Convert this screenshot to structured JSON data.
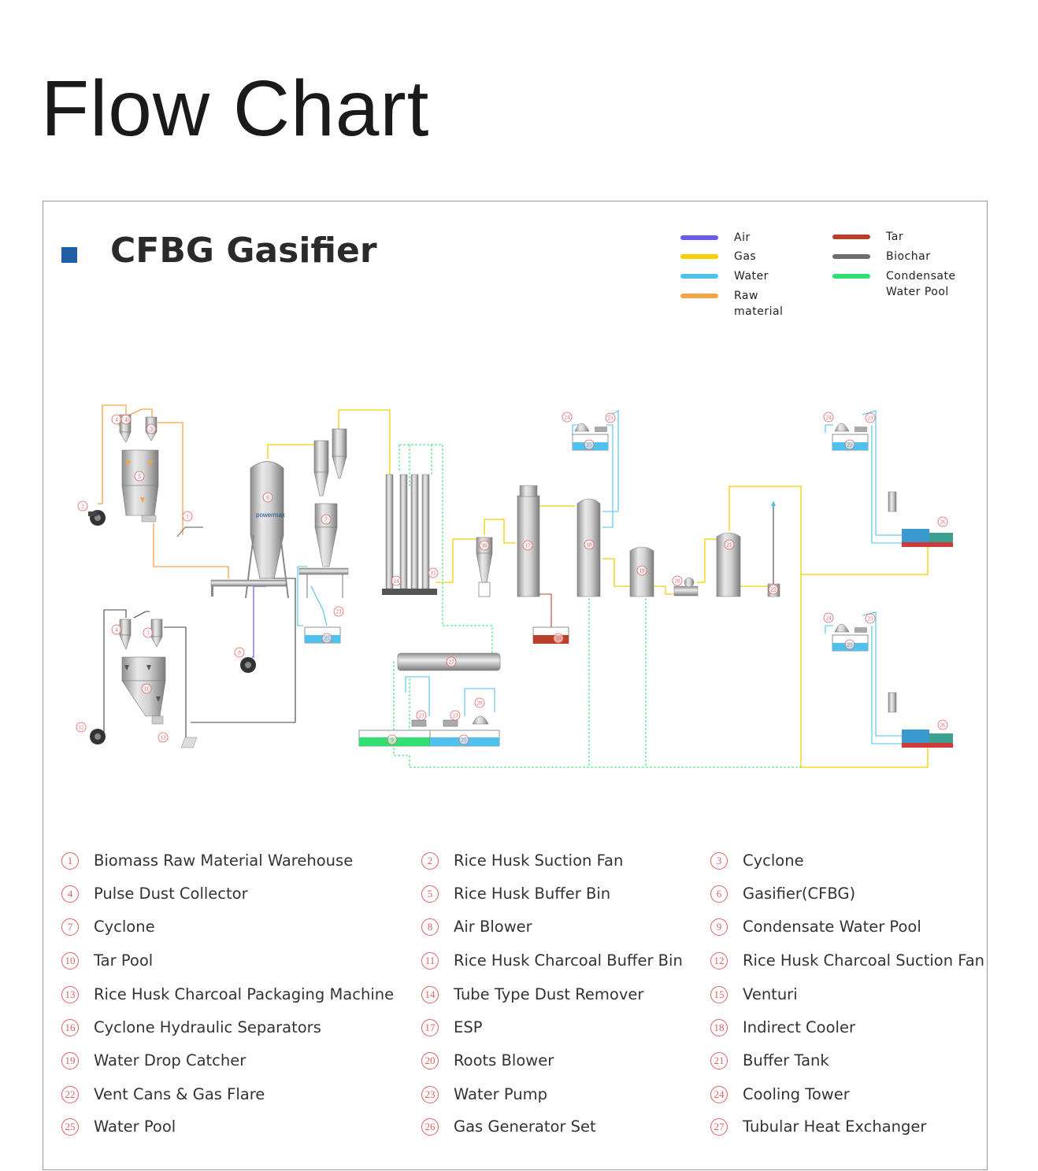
{
  "page": {
    "title": "Flow Chart"
  },
  "section": {
    "title": "CFBG Gasifier"
  },
  "legend": [
    {
      "label": "Air",
      "color": "#6a5cf0"
    },
    {
      "label": "Gas",
      "color": "#f5cf00"
    },
    {
      "label": "Water",
      "color": "#4ec2ec"
    },
    {
      "label": "Raw material",
      "color": "#f5a445"
    },
    {
      "label": "Tar",
      "color": "#b8402a"
    },
    {
      "label": "Biochar",
      "color": "#6e6e6e"
    },
    {
      "label": "Condensate\nWater Pool",
      "color": "#30e070"
    }
  ],
  "components": [
    {
      "num": "1",
      "label": "Biomass Raw Material Warehouse"
    },
    {
      "num": "2",
      "label": "Rice Husk Suction Fan"
    },
    {
      "num": "3",
      "label": "Cyclone"
    },
    {
      "num": "4",
      "label": "Pulse Dust  Collector"
    },
    {
      "num": "5",
      "label": "Rice Husk  Buffer Bin"
    },
    {
      "num": "6",
      "label": "Gasifier(CFBG)"
    },
    {
      "num": "7",
      "label": "Cyclone"
    },
    {
      "num": "8",
      "label": "Air Blower"
    },
    {
      "num": "9",
      "label": "Condensate Water Pool"
    },
    {
      "num": "10",
      "label": "Tar Pool"
    },
    {
      "num": "11",
      "label": "Rice Husk Charcoal Buffer Bin"
    },
    {
      "num": "12",
      "label": "Rice Husk Charcoal Suction Fan"
    },
    {
      "num": "13",
      "label": "Rice Husk Charcoal Packaging Machine"
    },
    {
      "num": "14",
      "label": "Tube Type Dust Remover"
    },
    {
      "num": "15",
      "label": "Venturi"
    },
    {
      "num": "16",
      "label": "Cyclone Hydraulic Separators"
    },
    {
      "num": "17",
      "label": "ESP"
    },
    {
      "num": "18",
      "label": "Indirect Cooler"
    },
    {
      "num": "19",
      "label": "Water Drop Catcher"
    },
    {
      "num": "20",
      "label": "Roots Blower"
    },
    {
      "num": "21",
      "label": "Buffer Tank"
    },
    {
      "num": "22",
      "label": "Vent Cans & Gas Flare"
    },
    {
      "num": "23",
      "label": "Water Pump"
    },
    {
      "num": "24",
      "label": "Cooling Tower"
    },
    {
      "num": "25",
      "label": "Water Pool"
    },
    {
      "num": "26",
      "label": "Gas  Generator Set"
    },
    {
      "num": "27",
      "label": "Tubular Heat Exchanger"
    }
  ],
  "diagram": {
    "logo_text": "powermax"
  }
}
